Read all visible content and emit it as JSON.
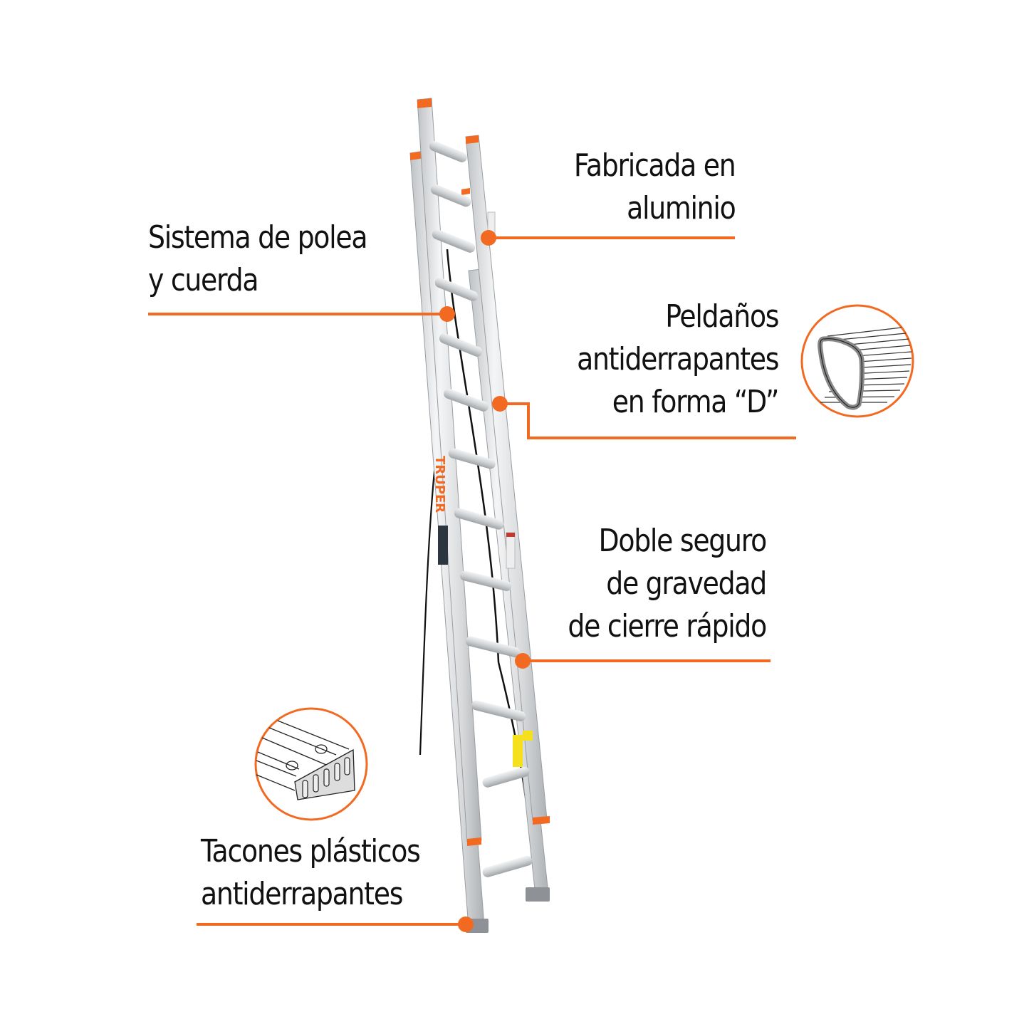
{
  "brand": {
    "name": "TRUPER",
    "accent_color": "#f26a21",
    "text_color": "#111111"
  },
  "product": {
    "type": "extension ladder",
    "material_color": "#d8dadc"
  },
  "callouts": [
    {
      "id": "aluminio",
      "lines": [
        "Fabricada en",
        "aluminio"
      ],
      "side": "right"
    },
    {
      "id": "polea",
      "lines": [
        "Sistema de polea",
        "y cuerda"
      ],
      "side": "left"
    },
    {
      "id": "peldanos",
      "lines": [
        "Peldaños",
        "antiderrapantes",
        "en forma “D”"
      ],
      "side": "right",
      "inset": "d-shaped-rung-illustration"
    },
    {
      "id": "seguro",
      "lines": [
        "Doble seguro",
        "de gravedad",
        "de cierre rápido"
      ],
      "side": "right"
    },
    {
      "id": "tacones",
      "lines": [
        "Tacones plásticos",
        "antiderrapantes"
      ],
      "side": "left",
      "inset": "plastic-foot-illustration"
    }
  ]
}
